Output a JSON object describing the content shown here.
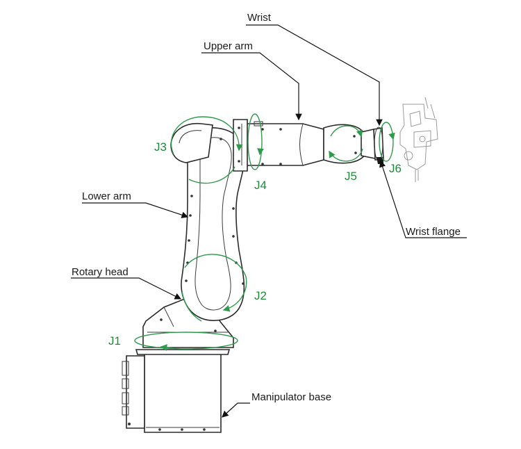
{
  "labels": {
    "wrist": "Wrist",
    "upper_arm": "Upper arm",
    "lower_arm": "Lower arm",
    "rotary_head": "Rotary head",
    "wrist_flange": "Wrist flange",
    "manipulator_base": "Manipulator base"
  },
  "joints": {
    "j1": "J1",
    "j2": "J2",
    "j3": "J3",
    "j4": "J4",
    "j5": "J5",
    "j6": "J6"
  },
  "colors": {
    "joint_text": "#1f8a3a",
    "rotation_arrow": "#2f9a4c",
    "outline": "#2a2a2a"
  }
}
